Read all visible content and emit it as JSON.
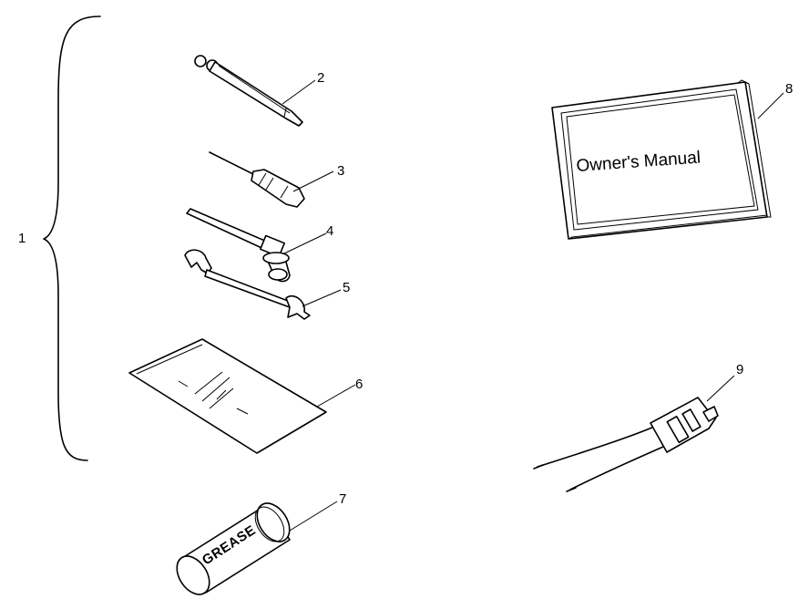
{
  "callouts": {
    "c1": "1",
    "c2": "2",
    "c3": "3",
    "c4": "4",
    "c5": "5",
    "c6": "6",
    "c7": "7",
    "c8": "8",
    "c9": "9"
  },
  "manual": {
    "title": "Owner's Manual"
  },
  "grease": {
    "label": "GREASE"
  },
  "colors": {
    "ink": "#000000",
    "paper": "#ffffff"
  }
}
